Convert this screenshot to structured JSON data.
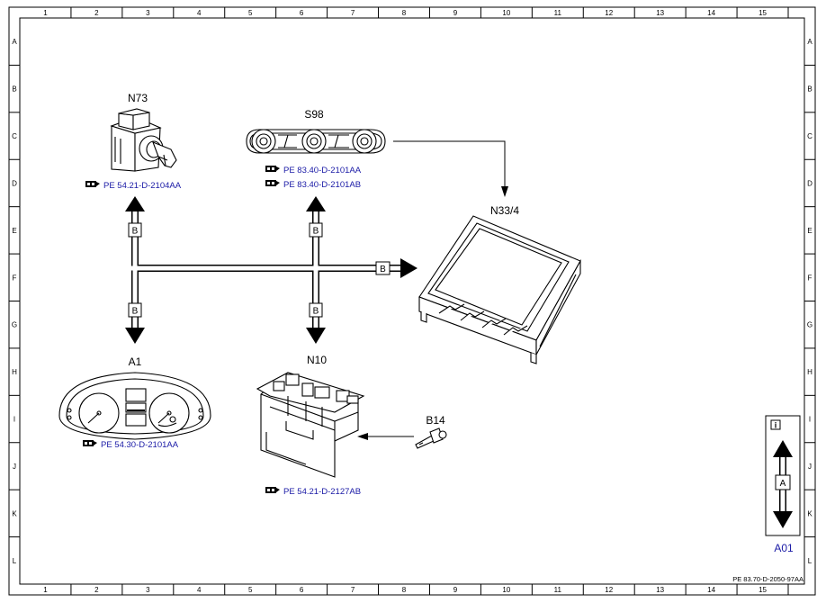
{
  "ruler": {
    "columns": [
      "1",
      "2",
      "3",
      "4",
      "5",
      "6",
      "7",
      "8",
      "9",
      "10",
      "11",
      "12",
      "13",
      "14",
      "15"
    ],
    "rows": [
      "A",
      "B",
      "C",
      "D",
      "E",
      "F",
      "G",
      "H",
      "I",
      "J",
      "K",
      "L"
    ]
  },
  "components": {
    "n73": {
      "label": "N73",
      "ref": "PE 54.21-D-2104AA"
    },
    "s98": {
      "label": "S98",
      "refs": [
        "PE 83.40-D-2101AA",
        "PE 83.40-D-2101AB"
      ]
    },
    "n33_4": {
      "label": "N33/4"
    },
    "a1": {
      "label": "A1",
      "ref": "PE 54.30-D-2101AA"
    },
    "n10": {
      "label": "N10",
      "ref": "PE 54.21-D-2127AB"
    },
    "b14": {
      "label": "B14"
    }
  },
  "bus": {
    "label": "B"
  },
  "legend": {
    "info_glyph": "i",
    "bus_label": "A",
    "link": "A01"
  },
  "footer": {
    "doc_id": "PE 83.70-D-2050-97AA"
  }
}
